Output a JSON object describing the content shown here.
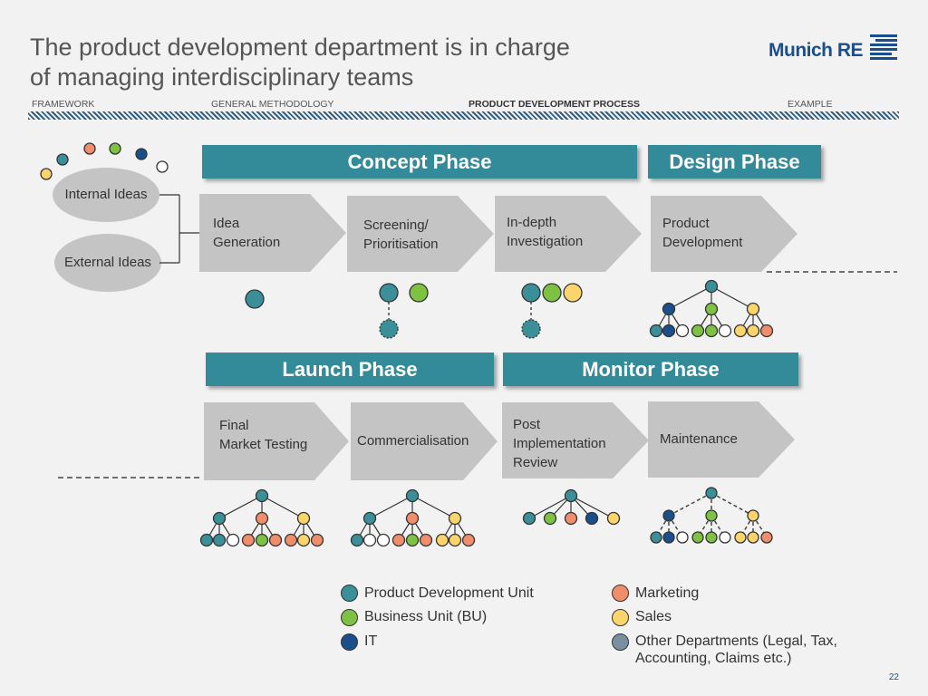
{
  "title_line1": "The product development department is in charge",
  "title_line2": "of managing interdisciplinary teams",
  "logo_text": "Munich RE",
  "nav": [
    "FRAMEWORK",
    "GENERAL METHODOLOGY",
    "PRODUCT DEVELOPMENT PROCESS",
    "EXAMPLE"
  ],
  "phases": {
    "concept": "Concept Phase",
    "design": "Design Phase",
    "launch": "Launch Phase",
    "monitor": "Monitor Phase"
  },
  "ideas": {
    "internal": "Internal Ideas",
    "external": "External Ideas"
  },
  "steps": {
    "idea_gen_1": "Idea",
    "idea_gen_2": "Generation",
    "screening_1": "Screening/",
    "screening_2": "Prioritisation",
    "investigation_1": "In-depth",
    "investigation_2": "Investigation",
    "product_dev_1": "Product",
    "product_dev_2": "Development",
    "final_test_1": "Final",
    "final_test_2": "Market Testing",
    "commercialisation": "Commercialisation",
    "post_impl_1": "Post",
    "post_impl_2": "Implementation",
    "post_impl_3": "Review",
    "maintenance": "Maintenance"
  },
  "legend": [
    {
      "label": "Product Development Unit",
      "color": "#3a8f99"
    },
    {
      "label": "Business Unit (BU)",
      "color": "#7dc243"
    },
    {
      "label": "IT",
      "color": "#1a4f8c"
    },
    {
      "label": "Marketing",
      "color": "#f08d6a"
    },
    {
      "label": "Sales",
      "color": "#fbd46b"
    },
    {
      "label": "Other Departments (Legal, Tax,",
      "color": "#7b8fa3"
    }
  ],
  "legend_other_line2": "Accounting, Claims etc.)",
  "page_number": "22",
  "colors": {
    "teal": "#3a8f99",
    "green": "#7dc243",
    "blue": "#1a4f8c",
    "orange": "#f08d6a",
    "yellow": "#fbd46b",
    "white": "#ffffff",
    "grey": "#7b8fa3",
    "phase_bar": "#338a99",
    "step_fill": "#c4c4c4"
  }
}
